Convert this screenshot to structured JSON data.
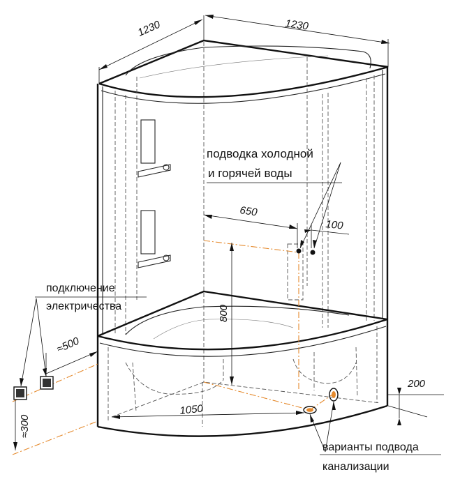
{
  "dimensions": {
    "width_left": "1230",
    "width_right": "1230",
    "cold_hot_offset": "650",
    "pipe_spacing": "100",
    "pipe_height": "800",
    "electric_offset": "≈500",
    "electric_height": "≈300",
    "drain_offset": "1050",
    "drain_height": "200"
  },
  "labels": {
    "water_line1": "подводка холодной",
    "water_line2": "и горячей воды",
    "electric_line1": "подключение",
    "electric_line2": "электричества",
    "drain_line1": "варианты подвода",
    "drain_line2": "канализации"
  },
  "colors": {
    "outline": "#111111",
    "utility_lines": "#e58a2d"
  }
}
